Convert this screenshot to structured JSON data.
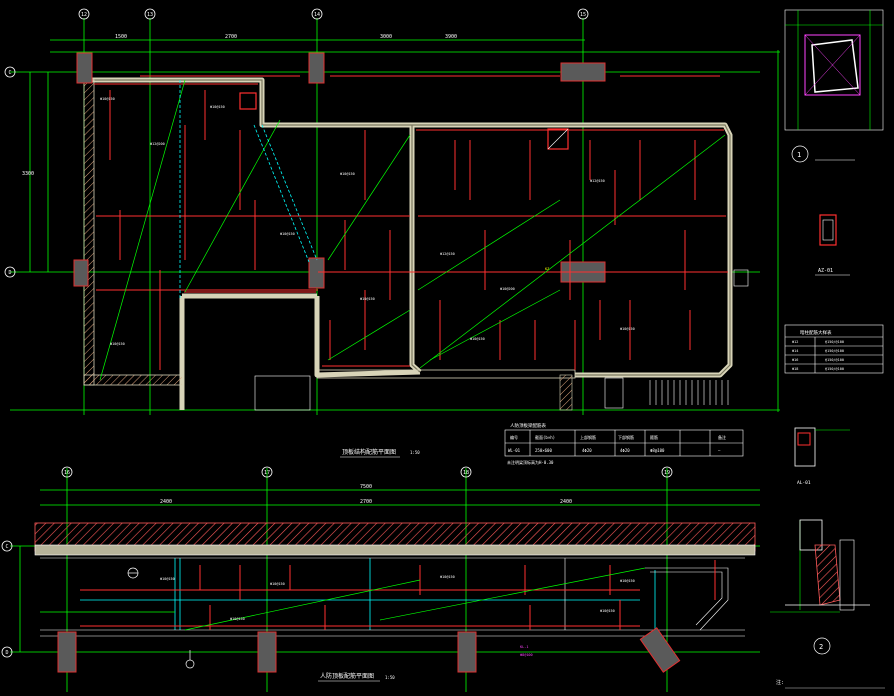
{
  "colors": {
    "background": "#000000",
    "grid_line": "#00ff00",
    "axis_bubble": "#ffffff",
    "wall_outline": "#ffffff",
    "wall_fill": "#b8b49a",
    "rebar": "#ff3030",
    "stair_line": "#ffffff",
    "dimension": "#00ff00",
    "text_white": "#ffffff",
    "text_yellow": "#ffff00",
    "column_fill": "#5a5a5a",
    "cyan": "#00ffff",
    "magenta": "#ff44ff",
    "hatch": "#ff5a5a"
  },
  "plan_axes": {
    "top": [
      "12",
      "13",
      "14",
      "15"
    ],
    "left": [
      "C",
      "D"
    ]
  },
  "section_axes": {
    "top": [
      "16",
      "17",
      "18",
      "19"
    ],
    "left": [
      "C",
      "D"
    ]
  },
  "titles": {
    "plan": "顶板结构配筋平面图",
    "plan_scale": "1:50",
    "section": "人防顶板配筋平面图",
    "section_scale": "1:50",
    "detail_1": "1",
    "detail_2": "2",
    "az_label": "AZ-01",
    "az2_label": "AL-01",
    "notes_heading": "注:"
  },
  "tables": {
    "rebar_table": {
      "title": "暗柱配筋大样表",
      "rows": [
        [
          "Φ12",
          "@150/@100"
        ],
        [
          "Φ14",
          "@150/@100"
        ],
        [
          "Φ16",
          "@150/@100"
        ],
        [
          "Φ18",
          "@150/@100"
        ]
      ]
    },
    "beam_table": {
      "title": "人防顶板梁配筋表",
      "headers": [
        "编号",
        "截面(b×h)",
        "上部钢筋",
        "下部钢筋",
        "箍筋",
        "备注"
      ],
      "row": [
        "WL-01",
        "250×600",
        "4Φ20",
        "4Φ20",
        "Φ8@100",
        "—"
      ],
      "note": "未注明梁顶标高为H-0.30"
    }
  },
  "dims": {
    "plan_total": "3000",
    "plan_sub": [
      "1500",
      "2700",
      "3900"
    ],
    "section_total": "7500",
    "section_sub": [
      "2400",
      "2700",
      "2400"
    ],
    "side": "3300"
  }
}
